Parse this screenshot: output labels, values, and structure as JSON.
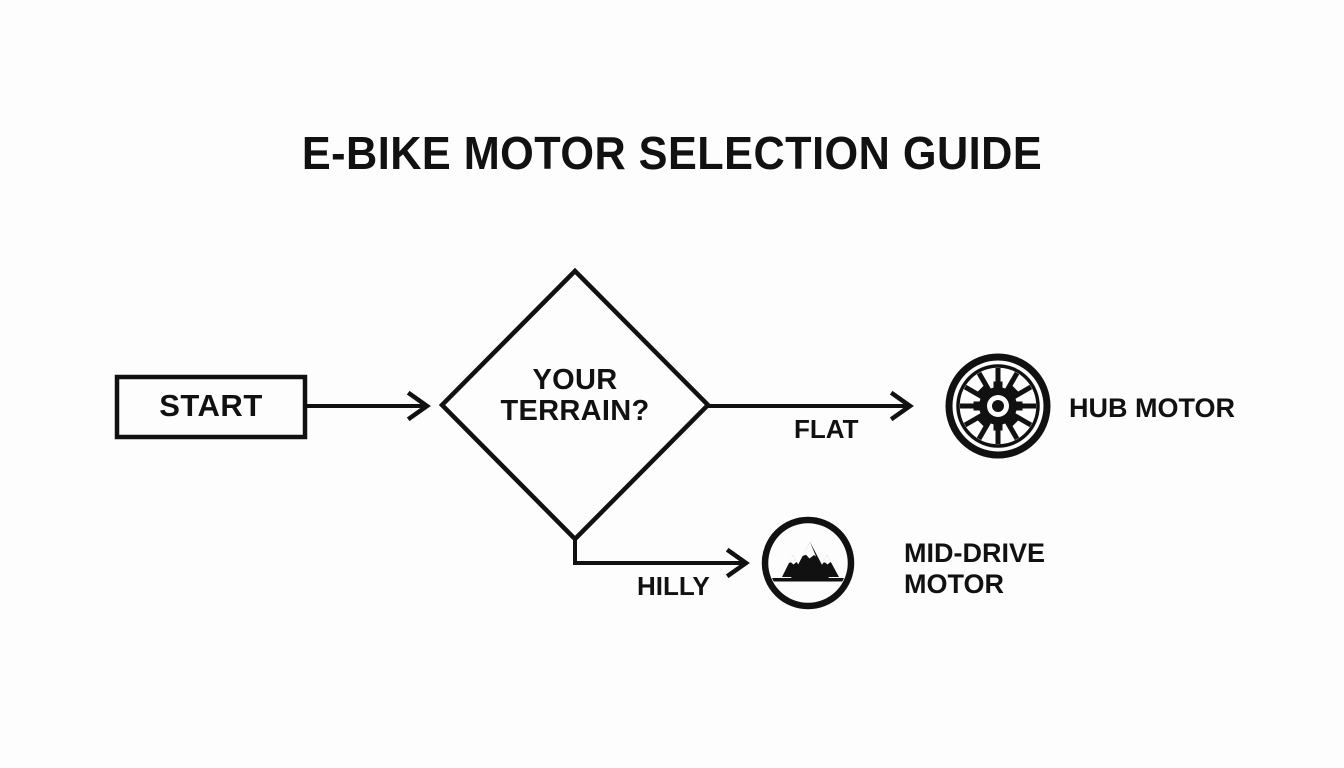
{
  "page": {
    "title": "E-BIKE MOTOR SELECTION GUIDE",
    "background_color": "#fdfdfd",
    "ink_color": "#111111"
  },
  "diagram": {
    "type": "flowchart",
    "nodes": [
      {
        "id": "start",
        "shape": "rectangle",
        "label": "START"
      },
      {
        "id": "decision",
        "shape": "diamond",
        "label_line1": "YOUR",
        "label_line2": "TERRAIN?"
      },
      {
        "id": "hub",
        "shape": "icon-label",
        "icon": "wheel-icon",
        "label_line1": "HUB MOTOR",
        "label_line2": ""
      },
      {
        "id": "mid",
        "shape": "icon-label",
        "icon": "mountain-icon",
        "label_line1": "MID-DRIVE",
        "label_line2": "MOTOR"
      }
    ],
    "edges": [
      {
        "id": "start-to-decision",
        "from": "start",
        "to": "decision",
        "label": ""
      },
      {
        "id": "decision-to-hub",
        "from": "decision",
        "to": "hub",
        "label": "FLAT"
      },
      {
        "id": "decision-to-mid",
        "from": "decision",
        "to": "mid",
        "label": "HILLY"
      }
    ],
    "icons": {
      "wheel": "wheel-icon",
      "mountain": "mountain-icon"
    }
  }
}
